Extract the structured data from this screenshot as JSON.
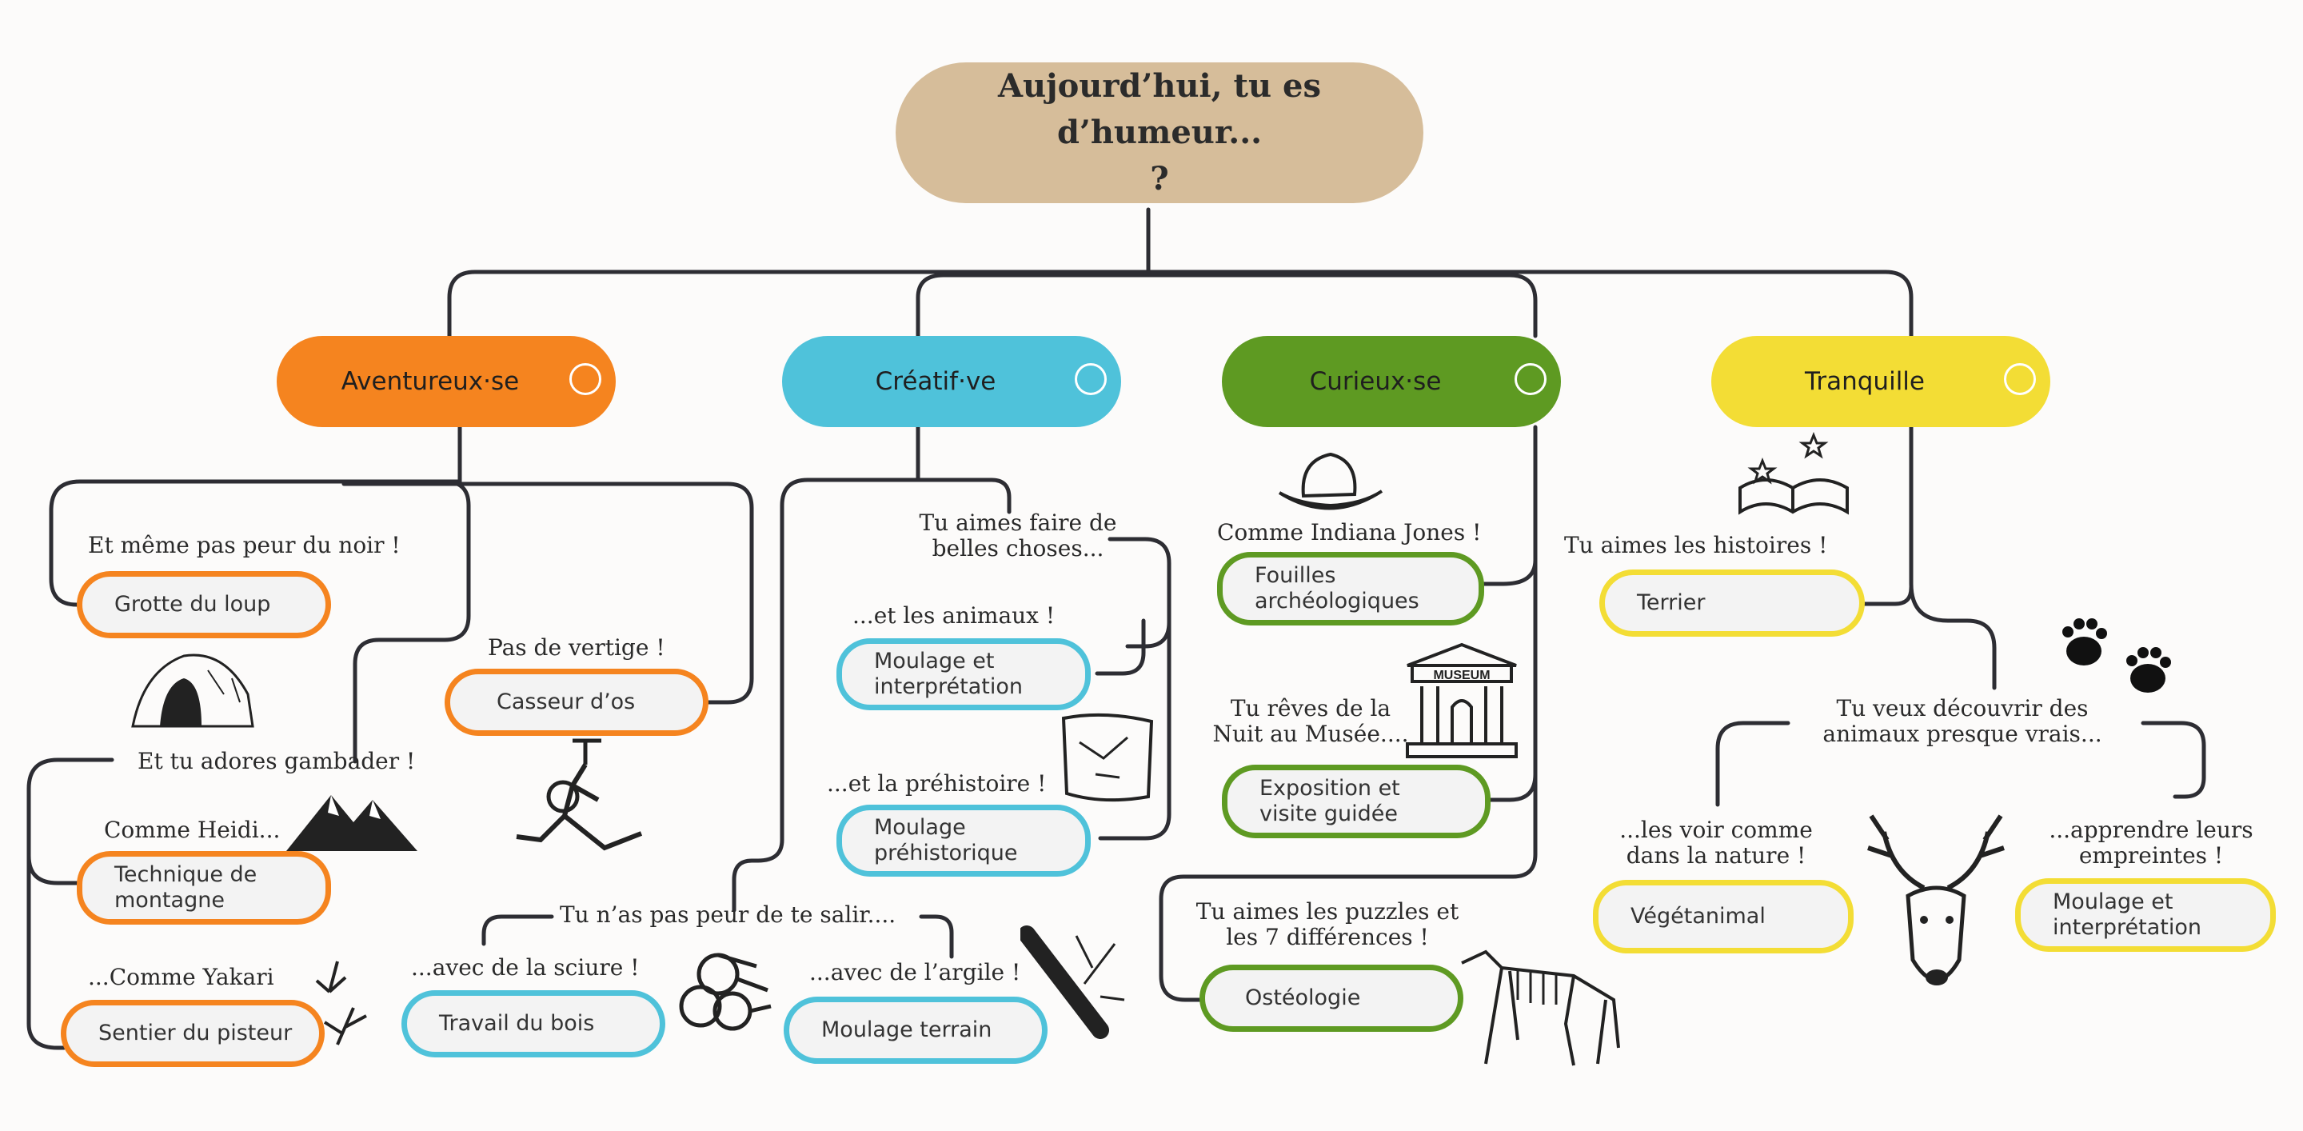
{
  "title": {
    "line1": "Aujourd’hui, tu es d’humeur...",
    "line2": "?"
  },
  "categories": {
    "aventureux": "Aventureux·se",
    "creatif": "Créatif·ve",
    "curieux": "Curieux·se",
    "tranquille": "Tranquille"
  },
  "notes": {
    "noir": "Et même pas peur du noir !",
    "vertige": "Pas de vertige !",
    "gambader": "Et tu adores gambader !",
    "heidi": "Comme Heidi...",
    "yakari": "...Comme Yakari",
    "belles": "Tu aimes faire de belles choses...",
    "animaux": "...et les animaux !",
    "prehistoire": "...et la préhistoire !",
    "salir": "Tu n’as pas peur de te salir....",
    "sciure": "...avec de la sciure !",
    "argile": "...avec de l’argile !",
    "indiana": "Comme Indiana Jones !",
    "nuit": "Tu rêves de la Nuit au Musée....",
    "puzzles": "Tu aimes les puzzles et les 7 différences !",
    "histoires": "Tu aimes les histoires !",
    "animaux_vrais": "Tu veux découvrir des animaux presque vrais...",
    "nature": "...les voir comme dans la nature !",
    "empreintes": "...apprendre leurs empreintes !"
  },
  "leaves": {
    "grotte": "Grotte du loup",
    "casseur": "Casseur d’os",
    "montagne": "Technique de montagne",
    "pisteur": "Sentier du pisteur",
    "moulage_interp": "Moulage et interprétation",
    "moulage_prehist": "Moulage préhistorique",
    "bois": "Travail du bois",
    "moulage_terrain": "Moulage terrain",
    "fouilles": "Fouilles archéologiques",
    "exposition": "Exposition et visite guidée",
    "osteologie": "Ostéologie",
    "terrier": "Terrier",
    "vegetanimal": "Végétanimal",
    "moulage_interp2": "Moulage et interprétation"
  },
  "icons": {
    "museum_label": "MUSEUM"
  },
  "colors": {
    "title": "#d6bd9a",
    "aventureux": "#f5841f",
    "creatif": "#4fc2da",
    "curieux": "#5e9a22",
    "tranquille": "#f3dd35",
    "connector": "#2d2d33"
  }
}
